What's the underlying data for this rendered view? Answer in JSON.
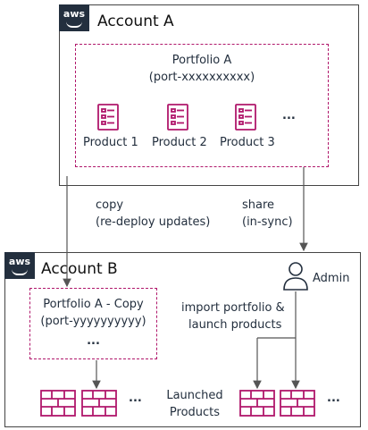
{
  "account_a": {
    "logo": "aws",
    "title": "Account A"
  },
  "portfolio_a": {
    "name": "Portfolio A",
    "id": "(port-xxxxxxxxxx)"
  },
  "products": [
    "Product 1",
    "Product 2",
    "Product 3"
  ],
  "products_more": "...",
  "arrow_copy": {
    "line1": "copy",
    "line2": "(re-deploy updates)"
  },
  "arrow_share": {
    "line1": "share",
    "line2": "(in-sync)"
  },
  "account_b": {
    "logo": "aws",
    "title": "Account B"
  },
  "portfolio_copy": {
    "name": "Portfolio A - Copy",
    "id": "(port-yyyyyyyyyy)",
    "more": "..."
  },
  "admin": {
    "label": "Admin",
    "icon": "user-icon"
  },
  "import_text": {
    "line1": "import portfolio &",
    "line2": "launch products"
  },
  "launched": {
    "line1": "Launched",
    "line2": "Products",
    "more_left": "...",
    "more_right": "..."
  },
  "colors": {
    "magenta": "#b0176b",
    "aws_dark": "#232f3e",
    "line": "#555555"
  }
}
